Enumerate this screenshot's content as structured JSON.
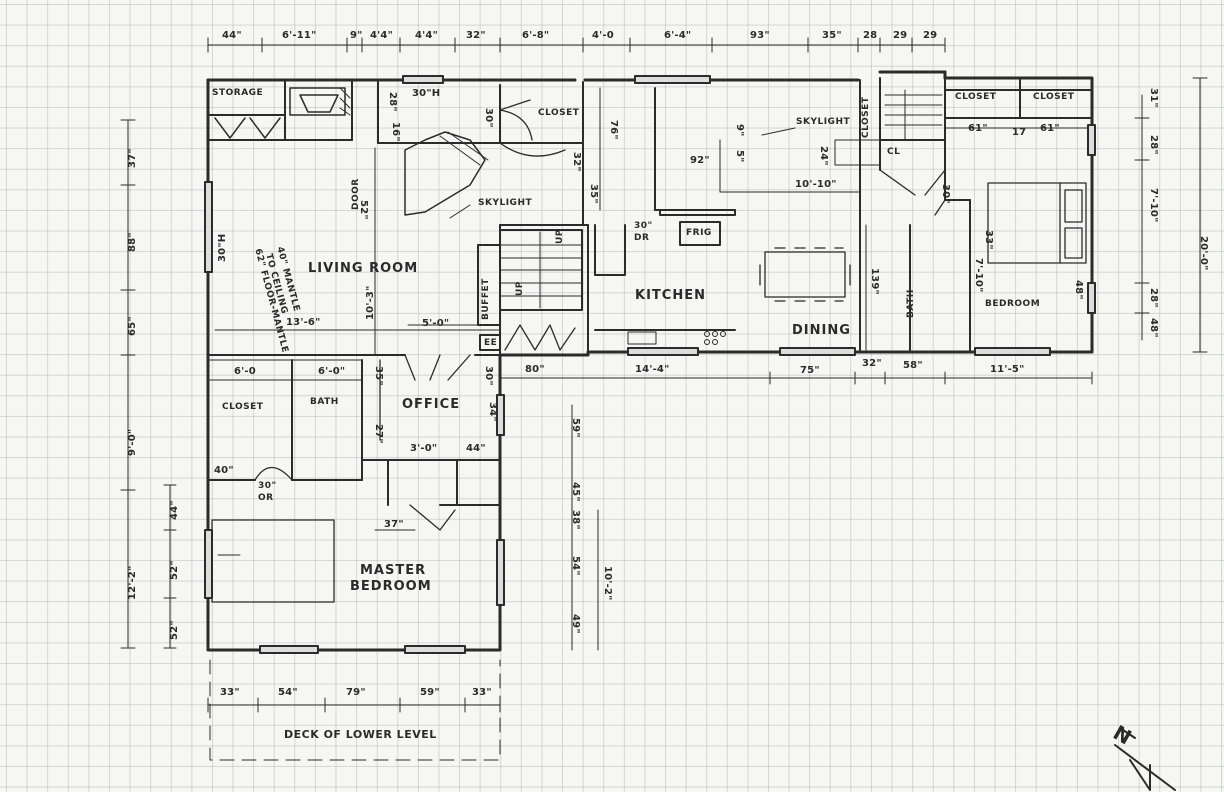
{
  "plan": {
    "rooms": {
      "storage": "STORAGE",
      "living_room": "LIVING ROOM",
      "closet_top": "CLOSET",
      "closet_right_1": "CLOSET",
      "closet_right_2": "CLOSET",
      "closet_vert": "CLOSET",
      "cl": "CL",
      "kitchen": "KITCHEN",
      "dining": "DINING",
      "bath_right": "BATH",
      "bedroom": "BEDROOM",
      "closet_left": "CLOSET",
      "bath_left": "BATH",
      "office": "OFFICE",
      "master_bedroom_1": "MASTER",
      "master_bedroom_2": "BEDROOM",
      "deck": "DECK OF LOWER LEVEL"
    },
    "notes": {
      "skylight_1": "SKYLIGHT",
      "skylight_2": "SKYLIGHT",
      "door": "DOOR",
      "fridge": "FRIG",
      "buffet": "BUFFET",
      "up_1": "UP",
      "up_2": "UP",
      "dr_30": "30\"",
      "dr": "DR",
      "or_30": "30\"",
      "or": "OR",
      "mantle_1": "40\" MANTLE",
      "mantle_2": "TO CEILING",
      "mantle_3": "62\" FLOOR-MANTLE",
      "ee": "EE",
      "north": "N"
    },
    "top_dims": [
      "44\"",
      "6'-11\"",
      "9\"",
      "4'4\"",
      "4'4\"",
      "32\"",
      "6'-8\"",
      "4'-0",
      "6'-4\"",
      "93\"",
      "35\"",
      "28",
      "29",
      "29"
    ],
    "left_dims": [
      "37\"",
      "88\"",
      "65\"",
      "9'-0\"",
      "12'-2\""
    ],
    "master_left_dims": [
      "44\"",
      "52\"",
      "52\""
    ],
    "bottom_dims": [
      "33\"",
      "54\"",
      "79\"",
      "59\"",
      "33\""
    ],
    "right_dims": [
      "20'-0\"",
      "31\"",
      "28\"",
      "7'-10\"",
      "28\"",
      "48\""
    ],
    "interior_dims": {
      "living_width": "13'-6\"",
      "living_height": "10'-3\"",
      "mid_5_0": "5'-0\"",
      "window_30h": "30\"H",
      "window_30h_left": "30\"H",
      "door_52": "52\"",
      "d_28": "28\"",
      "d_16": "16\"",
      "d_30": "30\"",
      "d_76": "76\"",
      "d_92": "92\"",
      "d_9": "9\"",
      "d_5": "5\"",
      "d_24": "24\"",
      "d_10_10": "10'-10\"",
      "d_61a": "61\"",
      "d_17": "17",
      "d_61b": "61\"",
      "d_139": "139\"",
      "d_7_10": "7'-10\"",
      "d_48": "48\"",
      "d_35": "35\"",
      "d_32": "32\"",
      "d_30c": "30\"",
      "d_80": "80\"",
      "d_14_4": "14'-4\"",
      "d_75": "75\"",
      "d_32b": "32\"",
      "d_58": "58\"",
      "d_11_5": "11'-5\"",
      "d_6_0a": "6'-0",
      "d_6_0b": "6'-0\"",
      "d_35b": "35\"",
      "d_40": "40\"",
      "d_27": "27\"",
      "d_3_0": "3'-0\"",
      "d_44": "44\"",
      "d_37": "37\"",
      "d_34": "34\"",
      "d_59": "59\"",
      "d_45": "45\"",
      "d_38": "38\"",
      "d_54": "54\"",
      "d_49": "49\"",
      "d_10_2": "10'-2\"",
      "d_30d": "30\"",
      "d_33": "33\""
    }
  }
}
